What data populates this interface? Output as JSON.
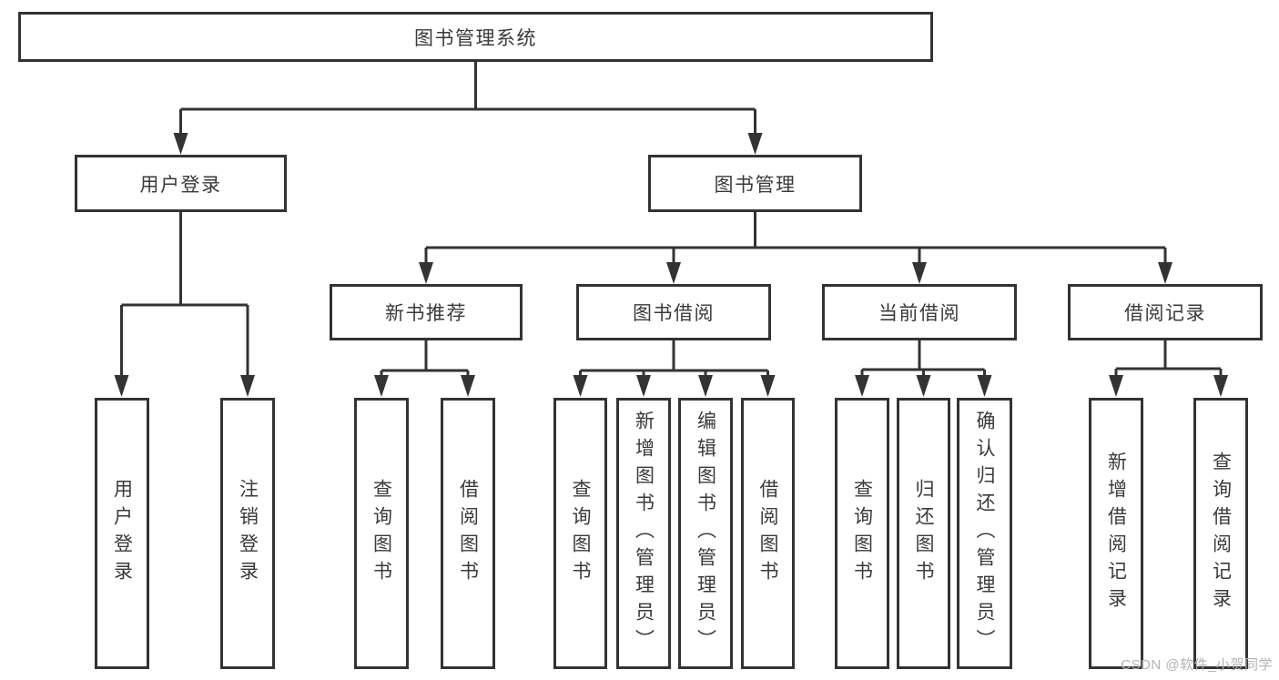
{
  "root": {
    "label": "图书管理系统"
  },
  "level2": [
    {
      "label": "用户登录"
    },
    {
      "label": "图书管理"
    }
  ],
  "level3": [
    {
      "label": "新书推荐"
    },
    {
      "label": "图书借阅"
    },
    {
      "label": "当前借阅"
    },
    {
      "label": "借阅记录"
    }
  ],
  "leaves": {
    "user_login": [
      "用户登录",
      "注销登录"
    ],
    "new_book": [
      "查询图书",
      "借阅图书"
    ],
    "book_borrow": [
      "查询图书",
      "新增图书（管理员）",
      "编辑图书（管理员）",
      "借阅图书"
    ],
    "current_borrow": [
      "查询图书",
      "归还图书",
      "确认归还（管理员）"
    ],
    "borrow_record": [
      "新增借阅记录",
      "查询借阅记录"
    ]
  },
  "watermark": {
    "text": "CSDN @软件_小贺同学"
  },
  "colors": {
    "line": "#333333",
    "text": "#3a3a3a",
    "box_background": "#ffffff",
    "page_background": "#ffffff",
    "watermark": "#b3b3b3"
  }
}
